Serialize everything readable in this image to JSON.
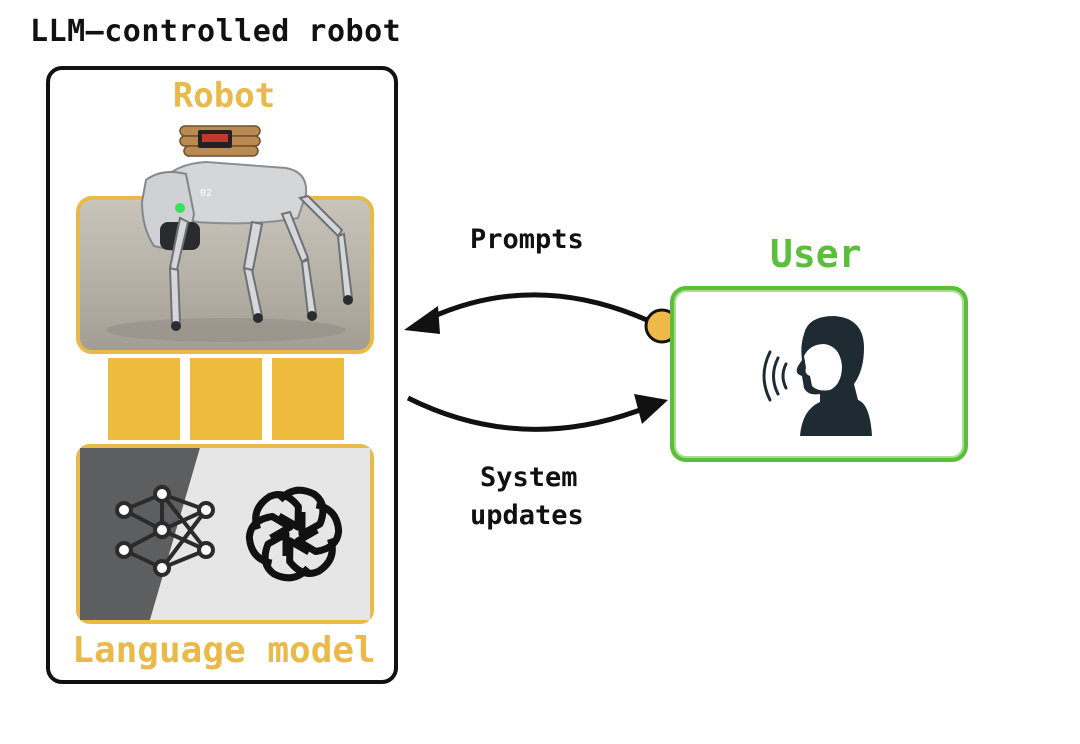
{
  "diagram": {
    "title": "LLM–controlled robot",
    "robot_label": "Robot",
    "language_model_label": "Language model",
    "prompts_label": "Prompts",
    "system_updates_line1": "System",
    "system_updates_line2": "updates",
    "user_label": "User"
  },
  "colors": {
    "robot_accent": "#E9B949",
    "token_fill": "#EEBB3D",
    "user_accent": "#5BBF3A",
    "connector_dot": "#EEB84A",
    "outline": "#111111"
  },
  "icons": {
    "photo": "quadruped-robot-photo",
    "network": "neural-network-icon",
    "llm": "openai-logo-icon",
    "user": "speaking-person-icon"
  }
}
